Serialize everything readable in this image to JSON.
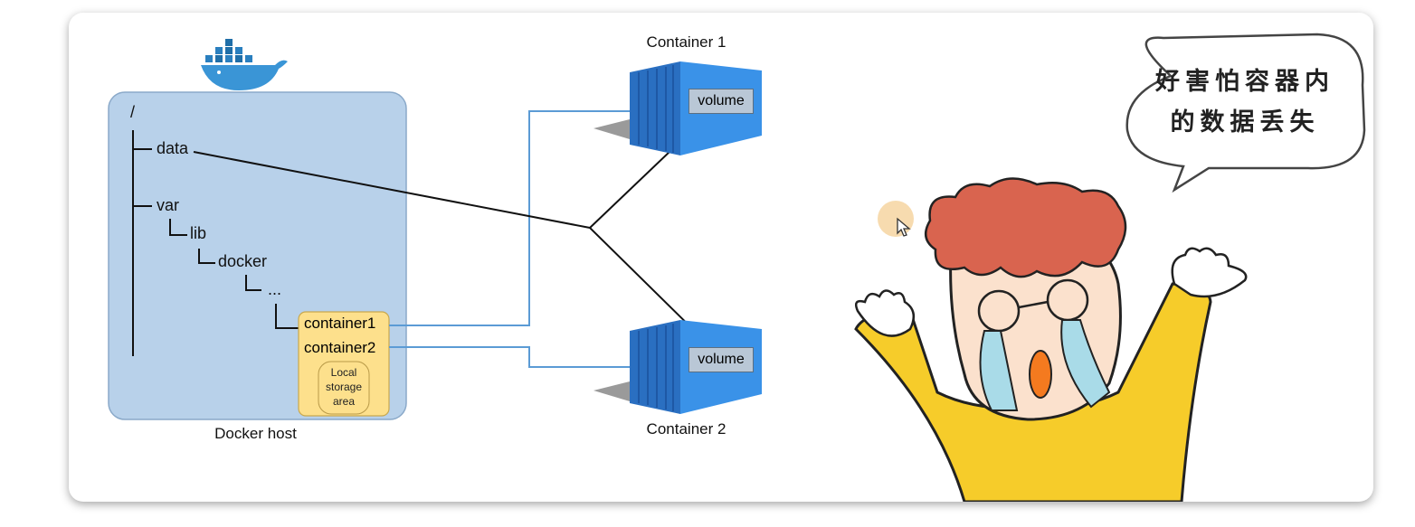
{
  "host": {
    "root": "/",
    "dir_data": "data",
    "dir_var": "var",
    "dir_lib": "lib",
    "dir_docker": "docker",
    "dir_ellipsis": "...",
    "container1": "container1",
    "container2": "container2",
    "local_line1": "Local",
    "local_line2": "storage",
    "local_line3": "area",
    "caption": "Docker host"
  },
  "containers": {
    "c1_title": "Container 1",
    "c2_title": "Container 2",
    "volume1": "volume",
    "volume2": "volume"
  },
  "bubble": {
    "line1": "好害怕容器内",
    "line2": "的数据丢失"
  },
  "colors": {
    "host_fill": "#b8d1ea",
    "host_border": "#8aa9c9",
    "storage_fill": "#fde08c",
    "container_blue": "#2f86e0",
    "link_blue": "#5b9bd5",
    "hair": "#d9644f",
    "shirt": "#f6cc2a"
  }
}
